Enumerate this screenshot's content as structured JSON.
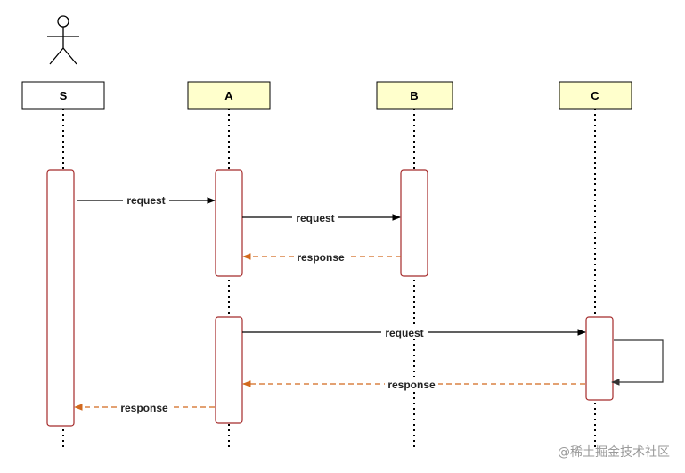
{
  "diagram": {
    "type": "sequence",
    "colors": {
      "actor_box_fill": "#ffffff",
      "participant_fill": "#ffffcc",
      "activation_border": "#a52a2a",
      "request_line": "#000000",
      "response_line": "#d2691e",
      "lifeline": "#000000"
    },
    "participants": [
      {
        "id": "S",
        "label": "S",
        "kind": "actor"
      },
      {
        "id": "A",
        "label": "A",
        "kind": "object"
      },
      {
        "id": "B",
        "label": "B",
        "kind": "object"
      },
      {
        "id": "C",
        "label": "C",
        "kind": "object"
      }
    ],
    "messages": [
      {
        "from": "S",
        "to": "A",
        "label": "request",
        "kind": "request"
      },
      {
        "from": "A",
        "to": "B",
        "label": "request",
        "kind": "request"
      },
      {
        "from": "B",
        "to": "A",
        "label": "response",
        "kind": "response"
      },
      {
        "from": "A",
        "to": "C",
        "label": "request",
        "kind": "request"
      },
      {
        "from": "C",
        "to": "C",
        "label": "",
        "kind": "self"
      },
      {
        "from": "C",
        "to": "A",
        "label": "response",
        "kind": "response"
      },
      {
        "from": "A",
        "to": "S",
        "label": "response",
        "kind": "response"
      }
    ]
  },
  "watermark": "@稀土掘金技术社区"
}
